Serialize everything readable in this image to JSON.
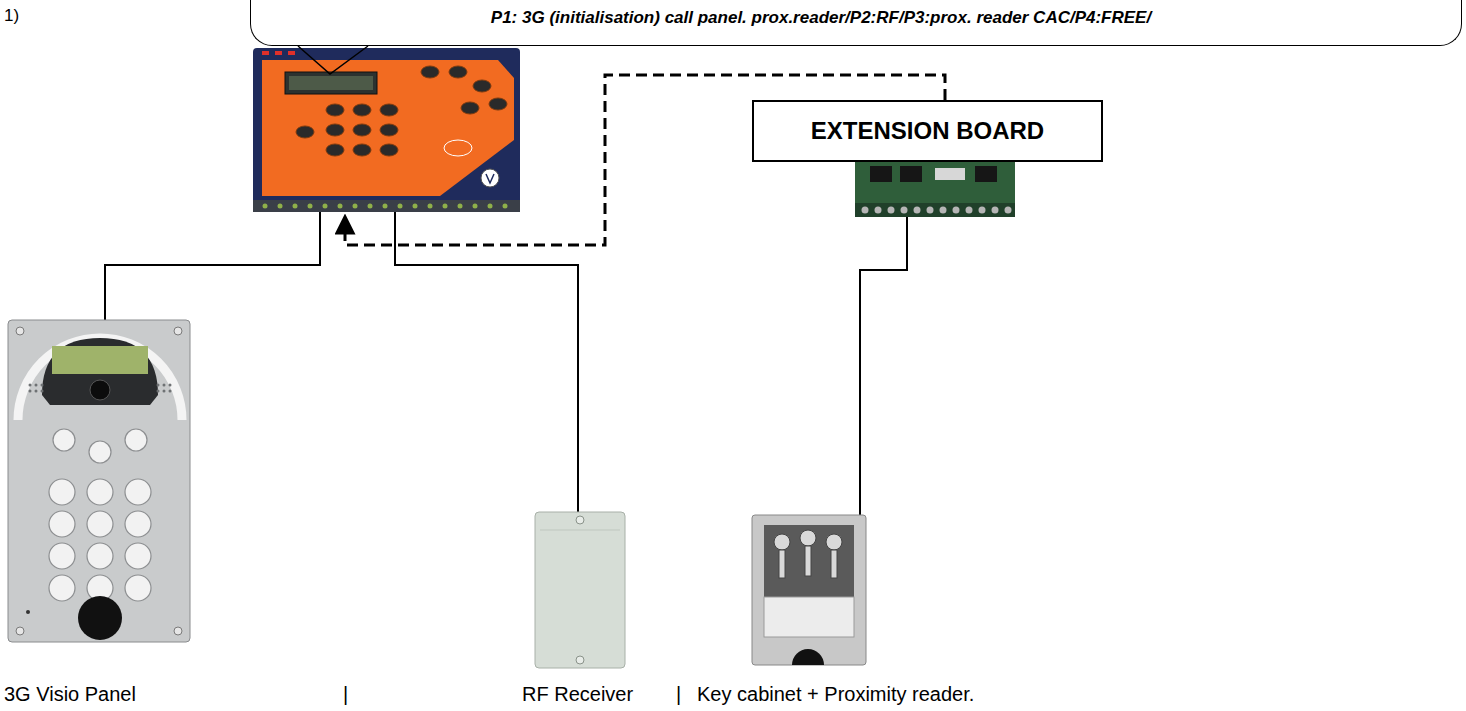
{
  "diagram": {
    "nodes": [
      {
        "text": [
          "P1: 3G (initialisation) call panel. prox.reader/P2:RF/P3:prox. reader CAC/P4:FREE/"
        ]
      },
      {
        "text": [
          "EXTENSION BOARD"
        ]
      }
    ],
    "labels": [
      "1)",
      "3G Visio Panel",
      "|",
      "RF Receiver",
      "|",
      "Key cabinet + Proximity reader."
    ]
  }
}
